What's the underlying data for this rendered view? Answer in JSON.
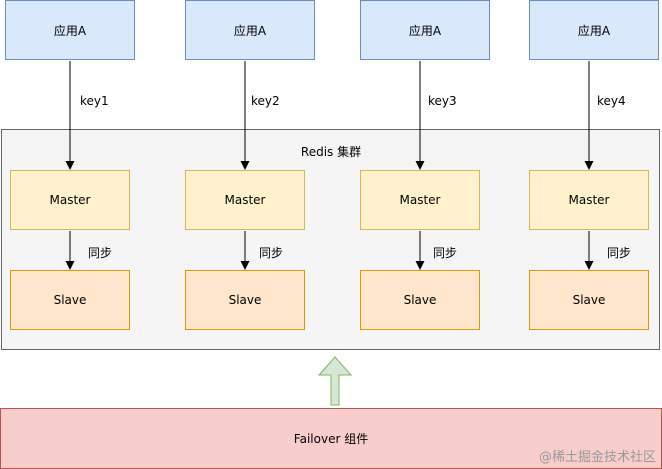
{
  "apps": [
    {
      "label": "应用A",
      "key": "key1"
    },
    {
      "label": "应用A",
      "key": "key2"
    },
    {
      "label": "应用A",
      "key": "key3"
    },
    {
      "label": "应用A",
      "key": "key4"
    }
  ],
  "cluster": {
    "title": "Redis 集群",
    "groups": [
      {
        "master": "Master",
        "sync": "同步",
        "slave": "Slave"
      },
      {
        "master": "Master",
        "sync": "同步",
        "slave": "Slave"
      },
      {
        "master": "Master",
        "sync": "同步",
        "slave": "Slave"
      },
      {
        "master": "Master",
        "sync": "同步",
        "slave": "Slave"
      }
    ]
  },
  "failover": {
    "label": "Failover 组件"
  },
  "watermark": "@稀土掘金技术社区",
  "colors": {
    "app_fill": "#dae8fc",
    "master_fill": "#fff2cc",
    "slave_fill": "#ffe6cc",
    "failover_fill": "#f8cecc",
    "up_arrow_fill": "#d5e8d4"
  }
}
